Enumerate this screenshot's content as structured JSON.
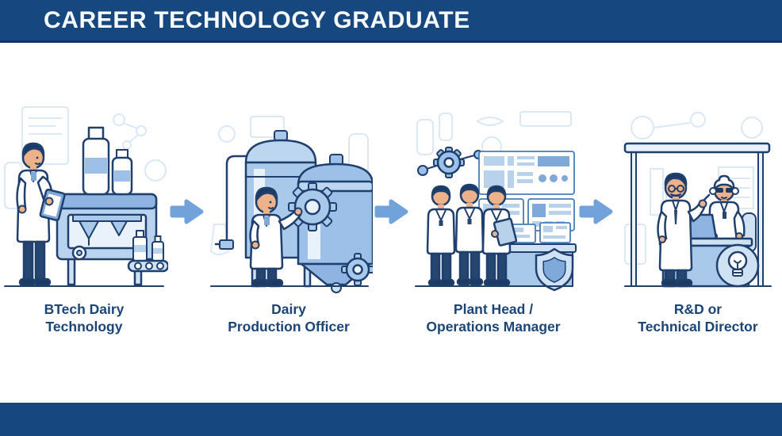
{
  "header": {
    "title": "CAREER TECHNOLOGY GRADUATE",
    "background": "#16477f",
    "text_color": "#f7fafd"
  },
  "stages": [
    {
      "label_line1": "BTech Dairy",
      "label_line2": "Technology",
      "icon": "student-with-clipboard-and-milk-processing-machine"
    },
    {
      "label_line1": "Dairy",
      "label_line2": "Production Officer",
      "icon": "technician-with-dairy-tanks-and-gears"
    },
    {
      "label_line1": "Plant Head /",
      "label_line2": "Operations Manager",
      "icon": "team-with-control-panels-monitors-and-shield"
    },
    {
      "label_line1": "R&D or",
      "label_line2": "Technical Director",
      "icon": "researchers-at-desk-with-lightbulb"
    }
  ],
  "arrows": {
    "count": 3,
    "icon": "right-arrow",
    "color": "#72a2da"
  },
  "colors": {
    "header_bar": "#16477f",
    "footer_bar": "#16477f",
    "label_text": "#1c4577",
    "outline": "#1f3f6e",
    "fill_light": "#cfe2f4",
    "fill_mid": "#a9c9ea",
    "background": "#ffffff"
  }
}
